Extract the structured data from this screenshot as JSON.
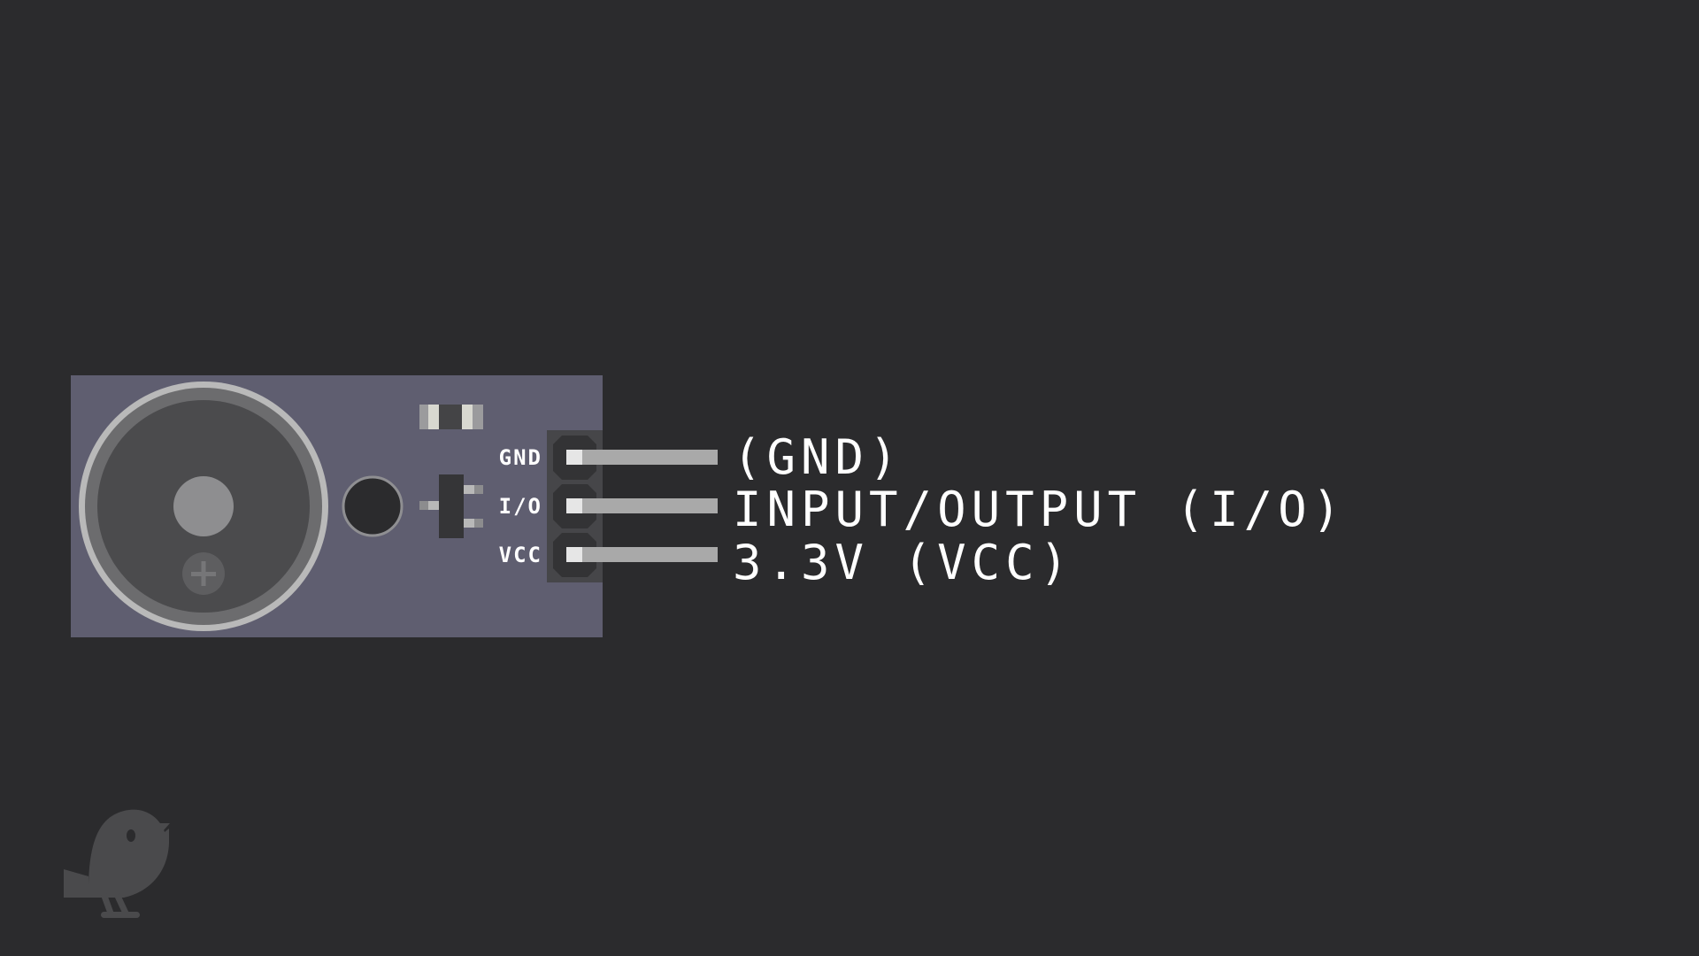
{
  "diagram": {
    "component": "buzzer-module",
    "board_pins": [
      {
        "id": "gnd",
        "board_label": "GND",
        "description": "(GND)"
      },
      {
        "id": "io",
        "board_label": "I/O",
        "description": "INPUT/OUTPUT (I/O)"
      },
      {
        "id": "vcc",
        "board_label": "VCC",
        "description": "3.3V (VCC)"
      }
    ]
  },
  "colors": {
    "background": "#2b2b2d",
    "board": "#5f5e70",
    "buzzer_ring": "#b9b9b9",
    "buzzer_body": "#4b4b4d",
    "pin_header": "#464649",
    "pin_socket": "#333335",
    "pin_wire": "#a9a9a9",
    "text": "#ffffff",
    "logo": "#4a4a4c"
  },
  "icons": {
    "logo": "bird-logo-icon"
  }
}
